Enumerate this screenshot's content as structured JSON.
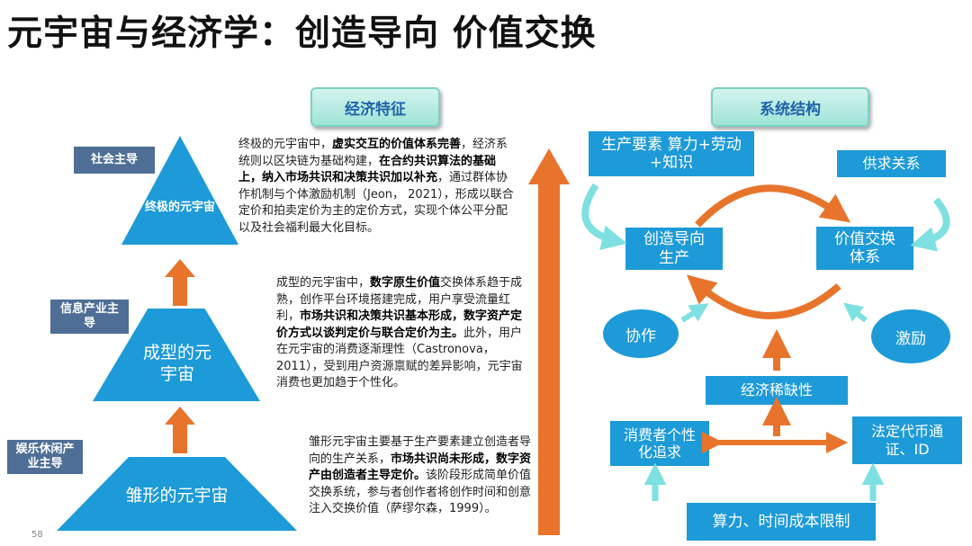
{
  "title": "元宇宙与经济学：创造导向 价值交换",
  "left": {
    "header": "经济特征",
    "levels": [
      {
        "tag": "社会主导",
        "label": "终极的元宇宙"
      },
      {
        "tag": "信息产业主导",
        "label": "成型的元宇宙"
      },
      {
        "tag": "娱乐休闲产业主导",
        "label": "雏形的元宇宙"
      }
    ],
    "para1": [
      {
        "t": "终极的元宇宙中，",
        "b": false
      },
      {
        "t": "虚实交互的价值体系完善",
        "b": true
      },
      {
        "t": "，经济系统则以区块链为基础构建，",
        "b": false
      },
      {
        "t": "在合约共识算法的基础上，纳入市场共识和决策共识加以补充",
        "b": true
      },
      {
        "t": "，通过群体协作机制与个体激励机制（Jeon， 2021），形成以联合定价和拍卖定价为主的定价方式，实现个体公平分配以及社会福利最大化目标。",
        "b": false
      }
    ],
    "para2": [
      {
        "t": "成型的元宇宙中，",
        "b": false
      },
      {
        "t": "数字原生价值",
        "b": true
      },
      {
        "t": "交换体系趋于成熟，创作平台环境搭建完成，用户享受流量红利，",
        "b": false
      },
      {
        "t": "市场共识和决策共识基本形成，数字资产定价方式以谈判定价与联合定价为主。",
        "b": true
      },
      {
        "t": "此外，用户在元宇宙的消费逐渐理性（Castronova，2011），受到用户资源禀赋的差异影响，元宇宙消费也更加趋于个性化。",
        "b": false
      }
    ],
    "para3": [
      {
        "t": "雏形元宇宙主要基于生产要素建立创造者导向的生产关系，",
        "b": false
      },
      {
        "t": "市场共识尚未形成，数字资产由创造者主导定价。",
        "b": true
      },
      {
        "t": "该阶段形成简单价值交换系统，参与者创作者将创作时间和创意注入交换价值（萨缪尔森，1999）。",
        "b": false
      }
    ]
  },
  "right": {
    "header": "系统结构",
    "production_factors": "生产要素 算力+劳动+知识",
    "supply_demand": "供求关系",
    "creation": "创造导向生产",
    "value_exchange": "价值交换体系",
    "cooperation": "协作",
    "incentive": "激励",
    "scarcity": "经济稀缺性",
    "consumer": "消费者个性化追求",
    "fiat": "法定代币通证、ID",
    "constraint": "算力、时间成本限制"
  },
  "page_number": "58",
  "colors": {
    "blue": "#1d9ad8",
    "orange": "#e8742c",
    "slate": "#4e6e95",
    "cyan": "#7ee0e0"
  }
}
